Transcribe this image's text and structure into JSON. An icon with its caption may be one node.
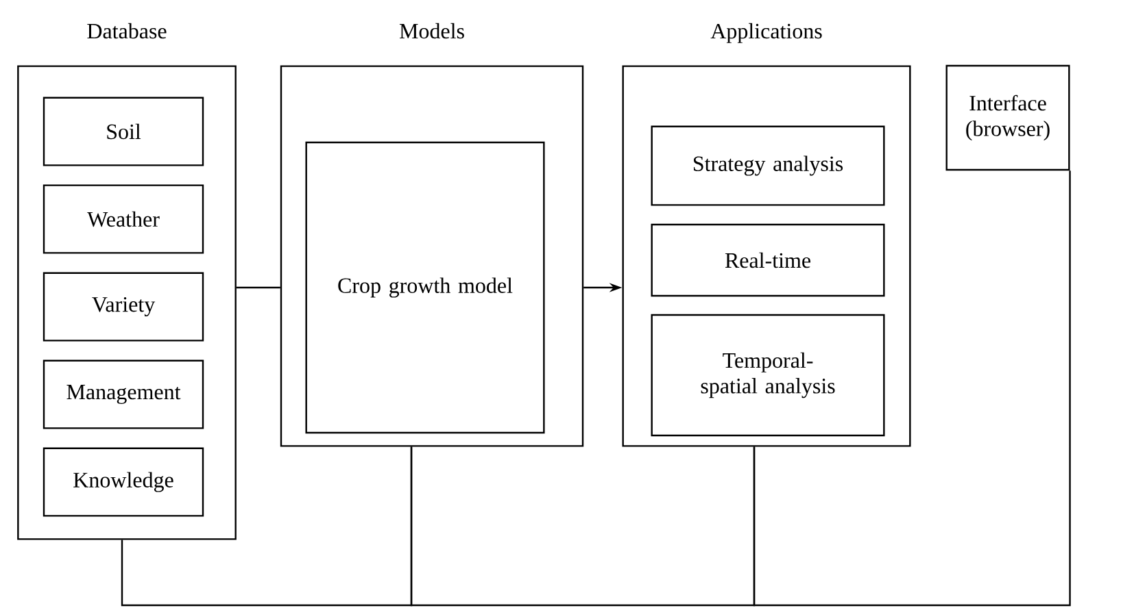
{
  "diagram": {
    "nodes": [
      {
        "text": [
          "Database"
        ]
      },
      {
        "text": [
          "Soil"
        ],
        "in": 0
      },
      {
        "text": [
          "Weather"
        ],
        "in": 0
      },
      {
        "text": [
          "Variety"
        ],
        "in": 0
      },
      {
        "text": [
          "Management"
        ],
        "in": 0
      },
      {
        "text": [
          "Knowledge"
        ],
        "in": 0
      },
      {
        "text": [
          "Models"
        ]
      },
      {
        "text": [
          "Crop growth model"
        ],
        "in": 6
      },
      {
        "text": [
          "Applications"
        ]
      },
      {
        "text": [
          "Strategy analysis"
        ],
        "in": 8
      },
      {
        "text": [
          "Real-time"
        ],
        "in": 8
      },
      {
        "text": [
          "Temporal-spatial analysis"
        ],
        "in": 8
      },
      {
        "text": [
          "Interface (browser)"
        ]
      }
    ],
    "edges": [
      {
        "from": 0,
        "to": 6,
        "arrow": "none"
      },
      {
        "from": 6,
        "to": 8,
        "arrow": "to"
      },
      {
        "from": 0,
        "to": 6,
        "arrow": "none"
      },
      {
        "from": 6,
        "to": 8,
        "arrow": "none"
      },
      {
        "from": 8,
        "to": 12,
        "arrow": "none"
      }
    ]
  }
}
